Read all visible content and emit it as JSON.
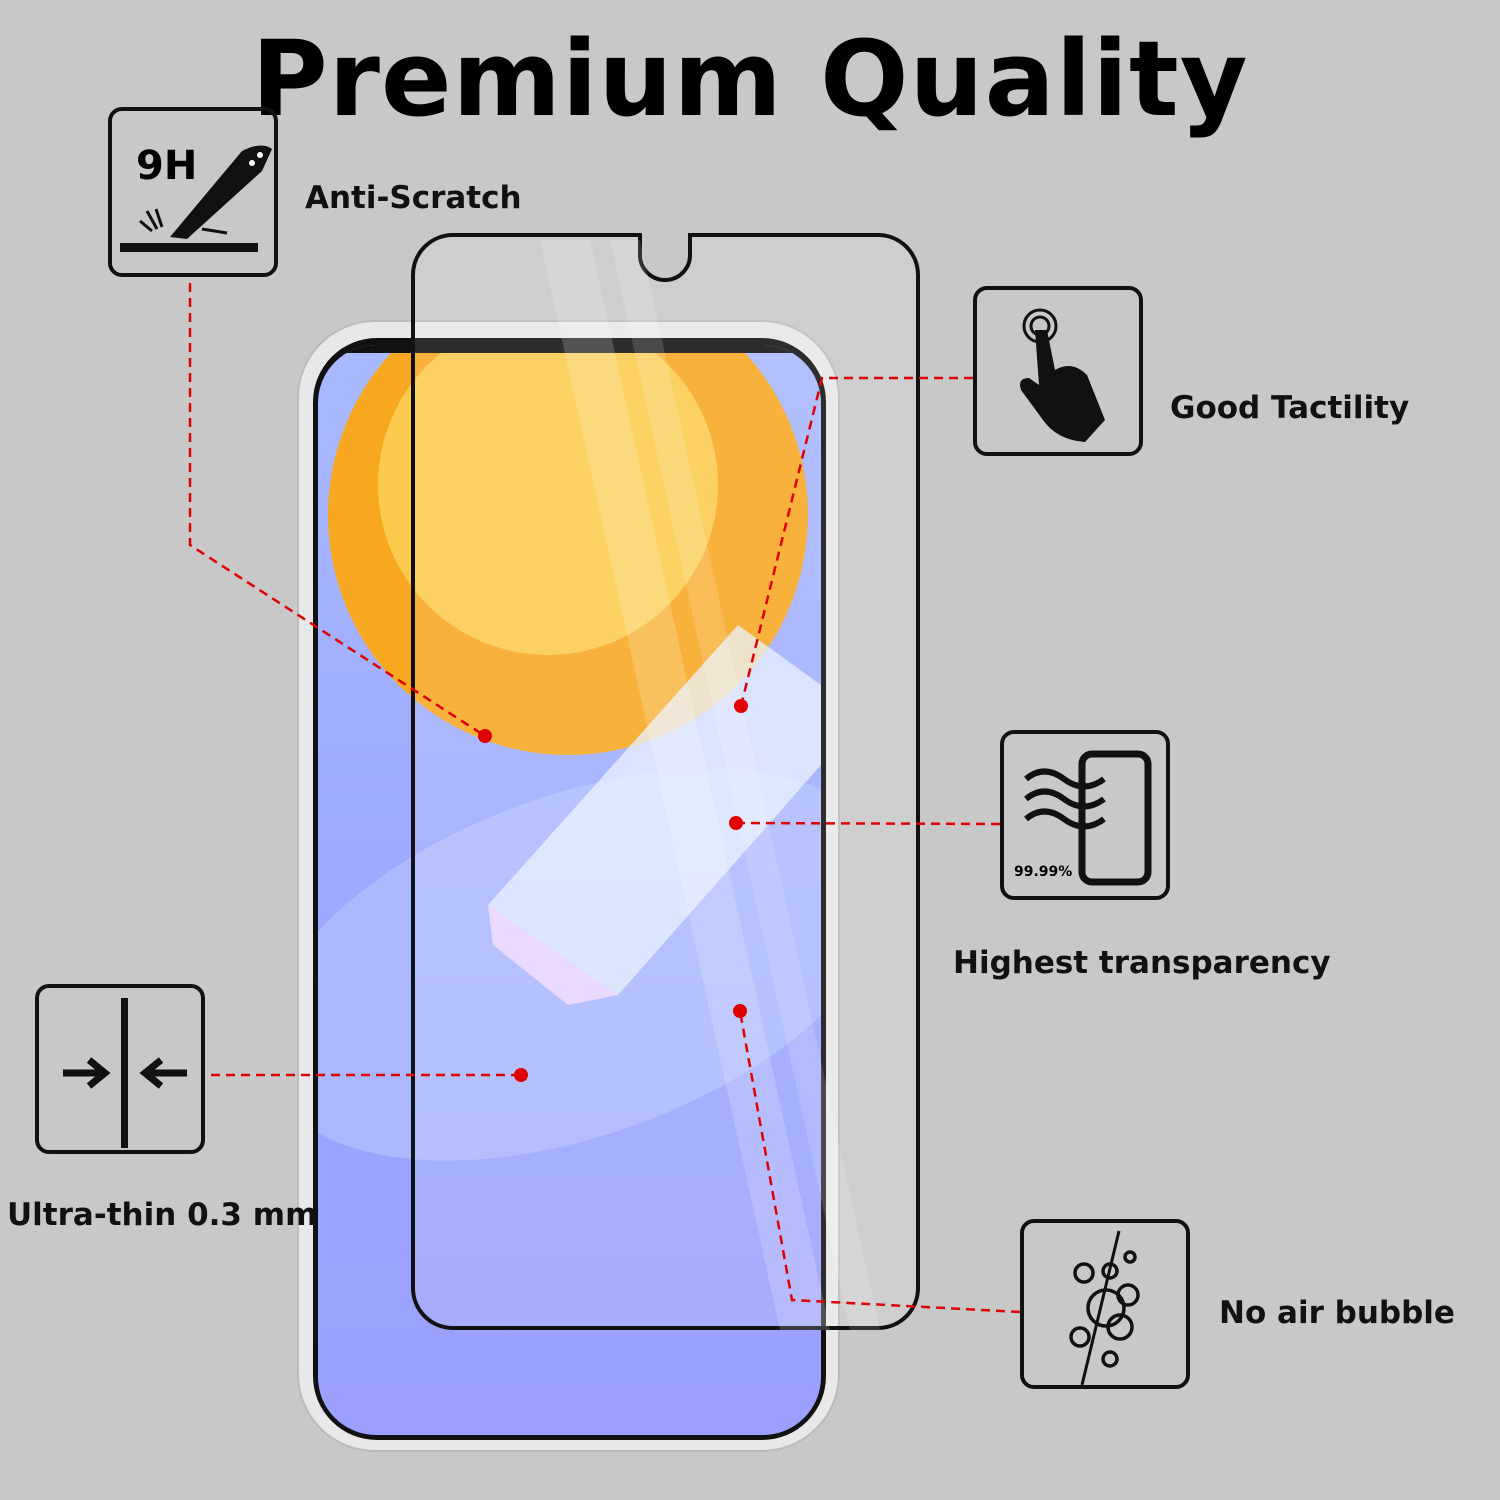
{
  "title": "Premium Quality",
  "features": [
    {
      "label": "Anti-Scratch",
      "icon": "knife-scratch-icon",
      "badge": "9H"
    },
    {
      "label": "Good Tactility",
      "icon": "touch-hand-icon"
    },
    {
      "label": "Highest transparency",
      "icon": "transparency-icon",
      "badge": "99.99%"
    },
    {
      "label": "Ultra-thin 0.3 mm",
      "icon": "thin-arrows-icon"
    },
    {
      "label": "No air bubble",
      "icon": "bubbles-icon"
    }
  ],
  "colors": {
    "background": "#c8c8c8",
    "callout": "#e00000",
    "outline": "#111111"
  }
}
